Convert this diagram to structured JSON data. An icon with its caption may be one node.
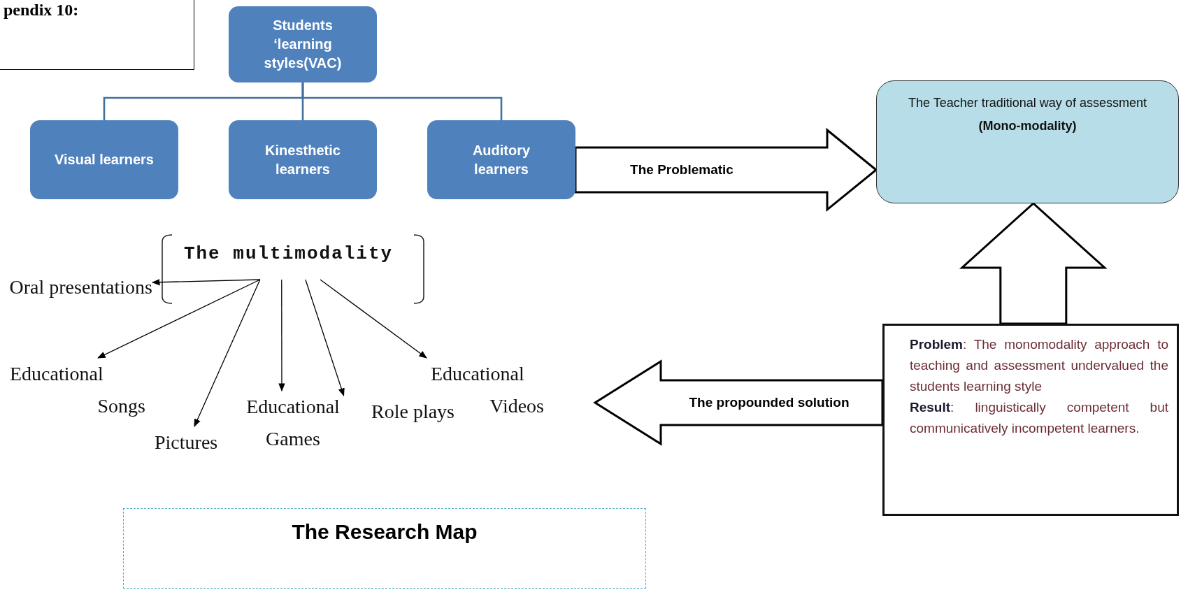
{
  "diagram": {
    "nodes": [
      {
        "text": [
          "pendix 10:"
        ]
      },
      {
        "text": [
          "Students ‘learning styles(VAC)"
        ]
      },
      {
        "text": [
          "Visual learners"
        ]
      },
      {
        "text": [
          "Kinesthetic learners"
        ]
      },
      {
        "text": [
          "Auditory learners"
        ]
      },
      {
        "text": [
          "The Teacher traditional way of assessment",
          "(Mono-modality)"
        ]
      },
      {
        "text": [
          "The multimodality"
        ]
      },
      {
        "text": [
          "Oral presentations"
        ]
      },
      {
        "text": [
          "Educational Songs"
        ]
      },
      {
        "text": [
          "Pictures"
        ]
      },
      {
        "text": [
          "Educational Games"
        ]
      },
      {
        "text": [
          "Role plays"
        ]
      },
      {
        "text": [
          "Educational Videos"
        ]
      },
      {
        "text": [
          "**Problem**: The monomodality approach to teaching and assessment undervalued the students learning style",
          "**Result**: linguistically competent but communicatively incompetent learners."
        ]
      },
      {
        "text": [
          "The Research Map"
        ]
      }
    ],
    "edges": [
      {
        "from": 1,
        "to": 2,
        "arrow": "none",
        "color": "#41719c"
      },
      {
        "from": 1,
        "to": 3,
        "arrow": "none",
        "color": "#41719c"
      },
      {
        "from": 1,
        "to": 4,
        "arrow": "none",
        "color": "#41719c"
      },
      {
        "from": 4,
        "to": 5,
        "arrow": "to",
        "label": "The Problematic",
        "style": "thick"
      },
      {
        "from": 13,
        "to": 5,
        "arrow": "to",
        "style": "thick"
      },
      {
        "from": 13,
        "to": null,
        "arrow": "to",
        "label": "The propounded solution",
        "style": "thick"
      },
      {
        "from": 6,
        "to": 7,
        "arrow": "to"
      },
      {
        "from": 6,
        "to": 8,
        "arrow": "to"
      },
      {
        "from": 6,
        "to": 9,
        "arrow": "to"
      },
      {
        "from": 6,
        "to": 10,
        "arrow": "to"
      },
      {
        "from": 6,
        "to": 11,
        "arrow": "to"
      },
      {
        "from": 6,
        "to": 12,
        "arrow": "to"
      }
    ]
  }
}
